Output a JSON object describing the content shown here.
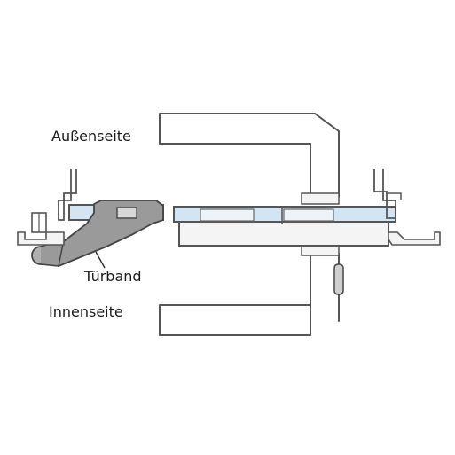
{
  "labels": {
    "outside": "Außenseite",
    "hinge": "Türband",
    "inside": "Innenseite"
  },
  "colors": {
    "outline": "#555555",
    "hinge_fill": "#9a9a9a",
    "glass_fill": "#d3e4f2",
    "frame_fill": "#f4f4f4"
  }
}
